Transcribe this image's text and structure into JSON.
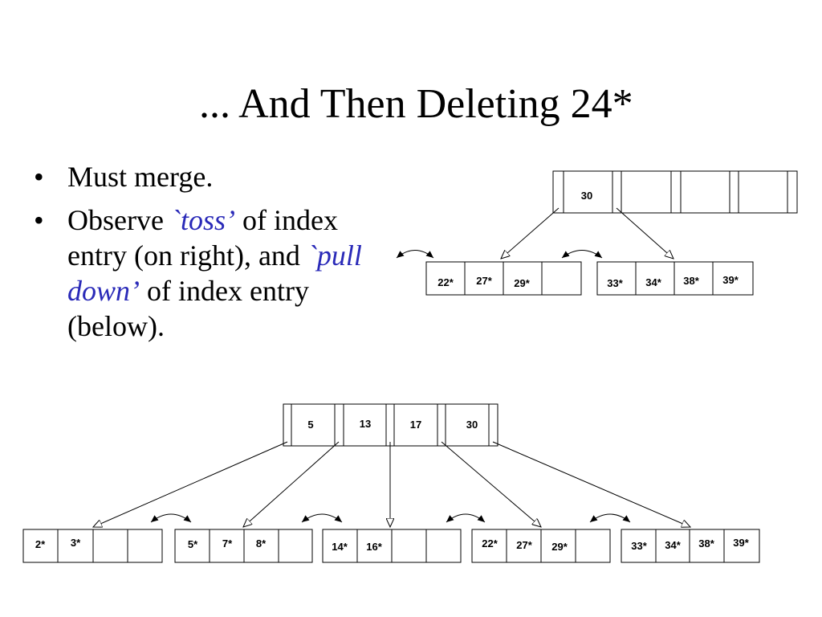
{
  "slide": {
    "title": "... And Then Deleting 24*",
    "bullets": {
      "b1": "Must merge.",
      "b2": {
        "p1": "Observe ",
        "q1_open": "`",
        "q1_word": "toss",
        "q1_close": "’",
        "p2": " of index entry (on right), and ",
        "q2_open": "`",
        "q2_word": "pull down",
        "q2_close": "’",
        "p3": " of index entry (below)."
      },
      "bullet_glyph": "•"
    }
  },
  "diagram_right": {
    "root": {
      "keys": [
        "30",
        "",
        "",
        ""
      ]
    },
    "leaves": [
      {
        "entries": [
          "22*",
          "27*",
          "29*",
          ""
        ]
      },
      {
        "entries": [
          "33*",
          "34*",
          "38*",
          "39*"
        ]
      }
    ]
  },
  "diagram_bottom": {
    "root": {
      "keys": [
        "5",
        "13",
        "17",
        "30"
      ]
    },
    "leaves": [
      {
        "entries": [
          "2*",
          "3*",
          "",
          ""
        ]
      },
      {
        "entries": [
          "5*",
          "7*",
          "8*",
          ""
        ]
      },
      {
        "entries": [
          "14*",
          "16*",
          "",
          ""
        ]
      },
      {
        "entries": [
          "22*",
          "27*",
          "29*",
          ""
        ]
      },
      {
        "entries": [
          "33*",
          "34*",
          "38*",
          "39*"
        ]
      }
    ]
  }
}
